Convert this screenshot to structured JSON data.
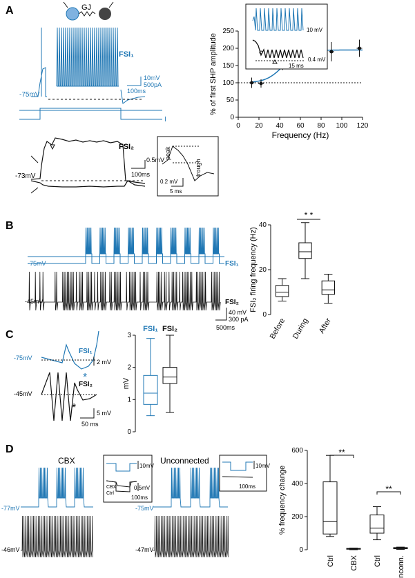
{
  "colors": {
    "blue": "#1f77b4",
    "black": "#111111"
  },
  "panels": {
    "A": "A",
    "B": "B",
    "C": "C",
    "D": "D"
  },
  "A": {
    "gj": "GJ",
    "fsi1": "FSI₁",
    "fsi2": "FSI₂",
    "iinj": "I",
    "v75": "-75mV",
    "v73": "-73mV",
    "sb_mv": "10mV",
    "sb_pa": "500pA",
    "sb_ms": "100ms",
    "sb2_mv": "0.5mV",
    "sb2_ms": "100ms",
    "inset_peak": "peak",
    "inset_trough": "trough",
    "inset_mv": "0.2 mV",
    "inset_ms": "5 ms",
    "inset2_mv1": "10 mV",
    "inset2_mv2": "0.4 mV",
    "inset2_ms": "15 ms"
  },
  "chart_A": {
    "type": "line",
    "ylabel": "% of first SHP amplitude",
    "xlabel": "Frequency (Hz)",
    "xlim": [
      0,
      120
    ],
    "ylim": [
      0,
      250
    ],
    "xticks": [
      "0",
      "20",
      "40",
      "60",
      "80",
      "100",
      "120"
    ],
    "yticks": [
      "0",
      "50",
      "100",
      "150",
      "200",
      "250"
    ],
    "points": [
      {
        "x": 13,
        "y": 100,
        "e": 15
      },
      {
        "x": 22,
        "y": 98,
        "e": 12
      },
      {
        "x": 43,
        "y": 155,
        "e": 18
      },
      {
        "x": 68,
        "y": 185,
        "e": 18
      },
      {
        "x": 90,
        "y": 190,
        "e": 28
      },
      {
        "x": 117,
        "y": 200,
        "e": 25
      }
    ],
    "ref": 100
  },
  "B": {
    "v75": "-75mV",
    "v45": "-45mV",
    "fsi1": "FSI₁",
    "fsi2": "FSI₂",
    "sb_mv": "40 mV",
    "sb_pa": "300 pA",
    "sb_ms": "500ms"
  },
  "chart_B": {
    "type": "box",
    "ylabel": "FSI₂ firing frequency (Hz)",
    "ylim": [
      0,
      40
    ],
    "yticks": [
      "0",
      "20",
      "40"
    ],
    "categories": [
      "Before",
      "During",
      "After"
    ],
    "boxes": [
      {
        "min": 6,
        "q1": 8,
        "med": 10,
        "q3": 13,
        "max": 16
      },
      {
        "min": 16,
        "q1": 25,
        "med": 28,
        "q3": 32,
        "max": 41
      },
      {
        "min": 5,
        "q1": 9,
        "med": 11,
        "q3": 15,
        "max": 18
      }
    ],
    "sig": "* *"
  },
  "C": {
    "v75": "-75mV",
    "v45": "-45mV",
    "fsi1": "FSI₁",
    "fsi2": "FSI₂",
    "sb_mv1": "2 mV",
    "sb_mv2": "5 mV",
    "sb_ms": "50 ms",
    "star": "*"
  },
  "chart_C": {
    "type": "box",
    "ylabel": "mV",
    "ylim": [
      0,
      3
    ],
    "yticks": [
      "0",
      "1",
      "2",
      "3"
    ],
    "categories": [
      "FSI₁",
      "FSI₂"
    ],
    "boxes": [
      {
        "min": 0.5,
        "q1": 0.85,
        "med": 1.2,
        "q3": 1.75,
        "max": 2.9
      },
      {
        "min": 0.6,
        "q1": 1.5,
        "med": 1.7,
        "q3": 2.0,
        "max": 3.0
      }
    ]
  },
  "D": {
    "cbx": "CBX",
    "unconn": "Unconnected",
    "v77": "-77mV",
    "v46": "-46mV",
    "v75": "-75mV",
    "v47": "-47mV",
    "in_mv": "10mV",
    "in_mv2": "0.5mV",
    "in_ms": "100ms",
    "in_cbx": "CBX",
    "in_ctrl": "Ctrl",
    "in2_mv": "10mV",
    "in2_ms": "100ms"
  },
  "chart_D": {
    "type": "box",
    "ylabel": "% frequency change",
    "ylim": [
      0,
      600
    ],
    "yticks": [
      "0",
      "200",
      "400",
      "600"
    ],
    "categories": [
      "Ctrl",
      "CBX",
      "Ctrl",
      "Unconn."
    ],
    "boxes": [
      {
        "min": 80,
        "q1": 95,
        "med": 170,
        "q3": 410,
        "max": 570
      },
      {
        "min": 0,
        "q1": 3,
        "med": 5,
        "q3": 8,
        "max": 10
      },
      {
        "min": 60,
        "q1": 100,
        "med": 130,
        "q3": 210,
        "max": 260
      },
      {
        "min": 2,
        "q1": 6,
        "med": 9,
        "q3": 13,
        "max": 16
      }
    ],
    "sig1": "**",
    "sig2": "**"
  }
}
